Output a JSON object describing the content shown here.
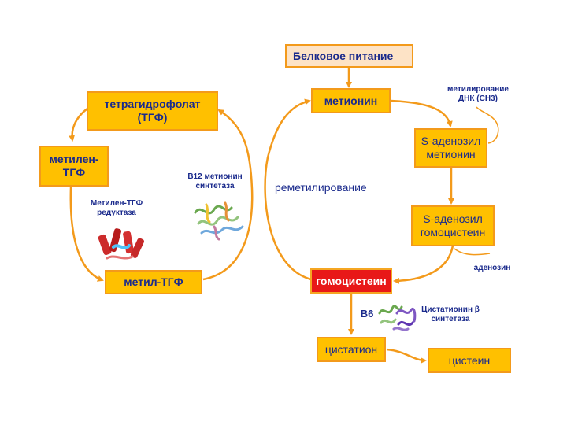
{
  "boxes": {
    "protein": "Белковое питание",
    "methionine": "метионин",
    "sam_line1": "S-аденозил",
    "sam_line2": "метионин",
    "sah_line1": "S-аденозил",
    "sah_line2": "гомоцистеин",
    "homocysteine": "гомоцистеин",
    "cystathionine": "цистатион",
    "cysteine": "цистеин",
    "thf_line1": "тетрагидрофолат",
    "thf_line2": "(ТГФ)",
    "methylene_line1": "метилен-",
    "methylene_line2": "ТГФ",
    "methyl_thf": "метил-ТГФ"
  },
  "labels": {
    "dna_methylation_line1": "метилирование",
    "dna_methylation_line2": "ДНК (СН3)",
    "adenosine": "аденозин",
    "remethylation": "реметилирование",
    "b12_line1": "В12 метионин",
    "b12_line2": "синтетаза",
    "mthfr_line1": "Метилен-ТГФ",
    "mthfr_line2": "редуктаза",
    "b6": "В6",
    "cbs_line1": "Цистатионин β",
    "cbs_line2": "синтетаза"
  },
  "icons": [
    "protein-structure-icon"
  ],
  "colors": {
    "box_fill": "#ffc000",
    "box_border": "#f39a1b",
    "box_light_fill": "#fde3c6",
    "highlight_fill": "#e81818",
    "text": "#1a2a8c",
    "arrow": "#f39a1b"
  }
}
